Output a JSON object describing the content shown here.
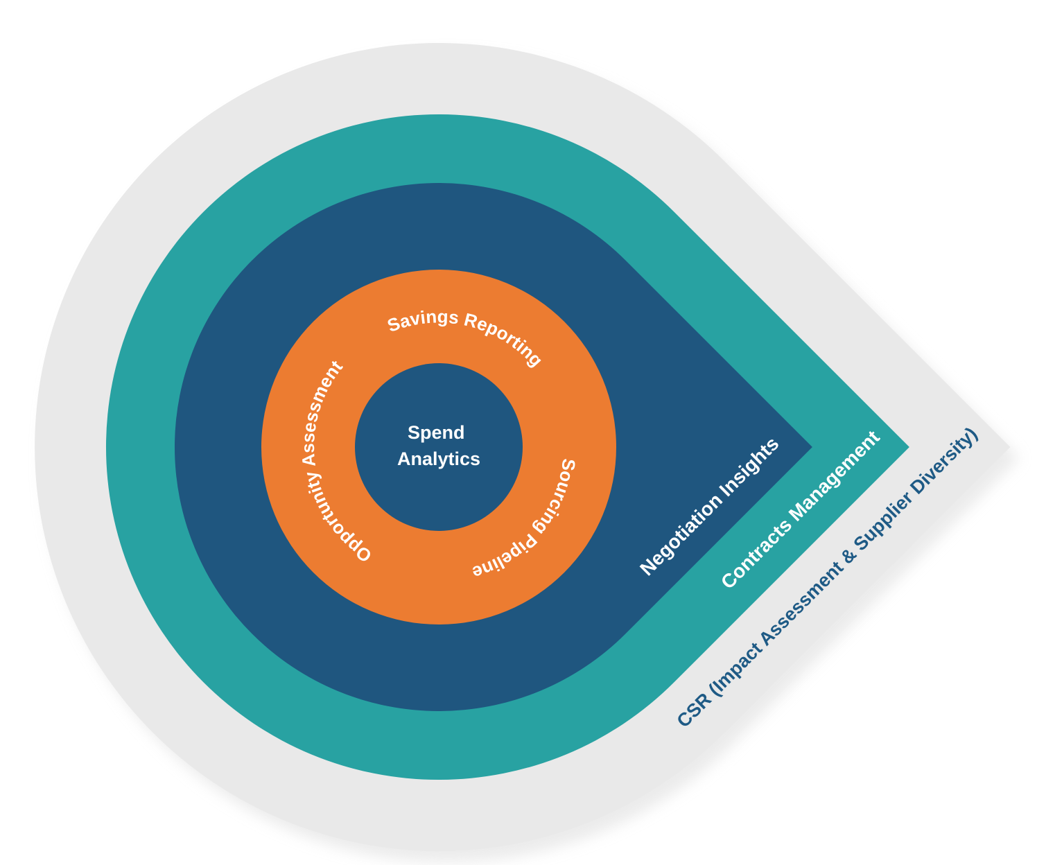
{
  "diagram": {
    "type": "concentric-teardrop-pin",
    "description_levels": 5
  },
  "pin_bands": {
    "outer": {
      "label": "CSR (Impact Assessment & Supplier Diversity)",
      "color": "#E9E9E9",
      "label_color": "#1E5A85"
    },
    "middle": {
      "label": "Contracts Management",
      "color": "#28A2A2",
      "label_color": "#FFFFFF"
    },
    "inner": {
      "label": "Negotiation Insights",
      "color": "#1F567F",
      "label_color": "#FFFFFF"
    }
  },
  "ring": {
    "color": "#EC7C31",
    "label_color": "#FFFFFF",
    "top_label": "Savings Reporting",
    "left_label": "Opportunity Assessment",
    "bottom_label": "Sourcing Pipeline"
  },
  "core": {
    "color": "#1F567F",
    "label_color": "#FFFFFF",
    "line1": "Spend",
    "line2": "Analytics"
  }
}
